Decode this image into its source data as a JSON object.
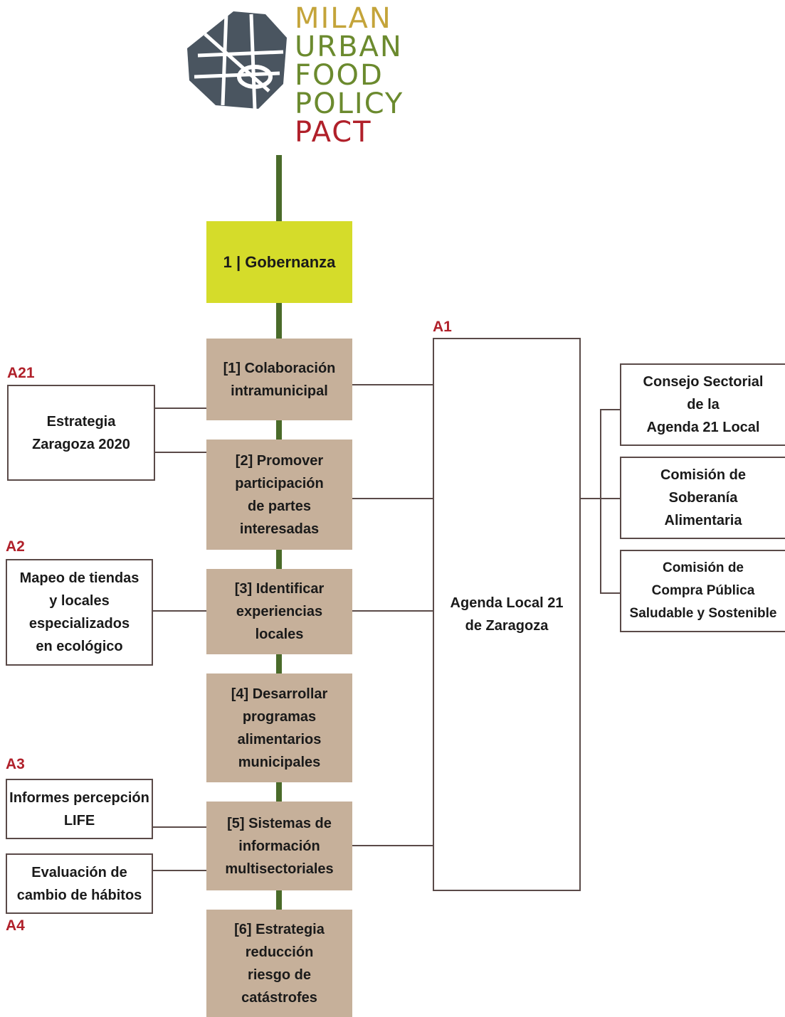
{
  "logo": {
    "words": [
      "MILAN",
      "URBAN",
      "FOOD",
      "POLICY",
      "PACT"
    ],
    "colors": [
      "#c4a43a",
      "#6b8a2e",
      "#6b8a2e",
      "#6b8a2e",
      "#b0202a"
    ]
  },
  "colors": {
    "trunk": "#4a6b2a",
    "governance_fill": "#d5dc2a",
    "action_fill": "#c6b09a",
    "code_red": "#b0202a",
    "connector": "#5a4a48"
  },
  "governance": {
    "label": "1 | Gobernanza"
  },
  "actions": [
    {
      "label": "[1] Colaboración\nintramunicipal"
    },
    {
      "label": "[2] Promover\nparticipación\nde partes\ninteresadas"
    },
    {
      "label": "[3] Identificar\nexperiencias\nlocales"
    },
    {
      "label": "[4] Desarrollar\nprogramas\nalimentarios\nmunicipales"
    },
    {
      "label": "[5] Sistemas de\ninformación\nmultisectoriales"
    },
    {
      "label": "[6] Estrategia\nreducción\nriesgo de\ncatástrofes"
    }
  ],
  "agenda": {
    "code": "A1",
    "label": "Agenda Local 21\nde Zaragoza"
  },
  "commissions": [
    {
      "label": "Consejo Sectorial\nde la\nAgenda 21 Local"
    },
    {
      "label": "Comisión de\nSoberanía\nAlimentaria"
    },
    {
      "label": "Comisión de\nCompra Pública\nSaludable y Sostenible"
    }
  ],
  "left_items": [
    {
      "code": "A21",
      "label": "Estrategia\nZaragoza 2020"
    },
    {
      "code": "A2",
      "label": "Mapeo de tiendas\ny locales\nespecializados\nen ecológico"
    },
    {
      "code": "A3",
      "label": "Informes percepción\nLIFE"
    },
    {
      "code": "A4",
      "label": "Evaluación de\ncambio de hábitos"
    }
  ]
}
